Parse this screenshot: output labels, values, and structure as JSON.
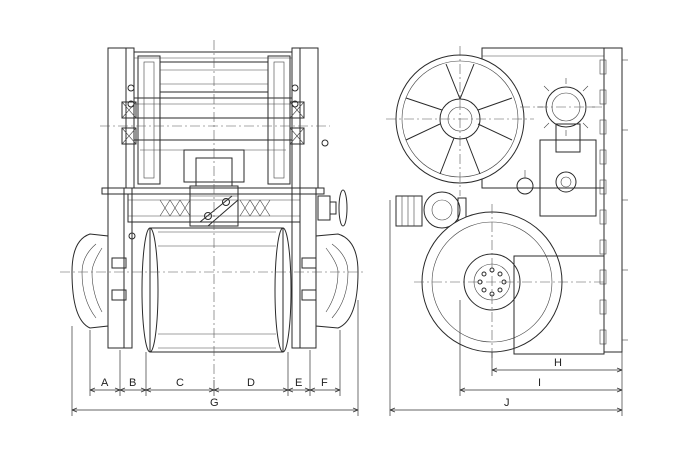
{
  "dimensions": {
    "A": "A",
    "B": "B",
    "C": "C",
    "D": "D",
    "E": "E",
    "F": "F",
    "G": "G",
    "H": "H",
    "I": "I",
    "J": "J"
  }
}
